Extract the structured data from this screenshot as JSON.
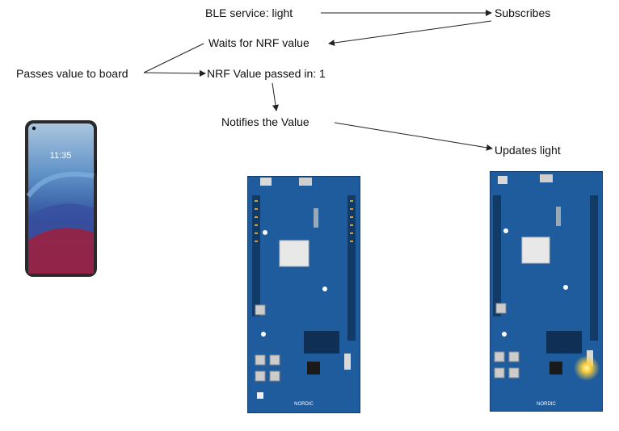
{
  "labels": {
    "ble_service": "BLE service: light",
    "subscribes": "Subscribes",
    "waits": "Waits for NRF value",
    "passes": "Passes value to board",
    "nrf_value": "NRF Value passed in: 1",
    "notifies": "Notifies the Value",
    "updates": "Updates light"
  },
  "phone": {
    "clock": "11:35"
  },
  "boards": {
    "silkscreen": "NORDIC"
  },
  "colors": {
    "board_blue": "#1f5c9e",
    "board_dark": "#153f73",
    "chip_white": "#e8e8e8",
    "led_glow": "#ffd23a"
  }
}
